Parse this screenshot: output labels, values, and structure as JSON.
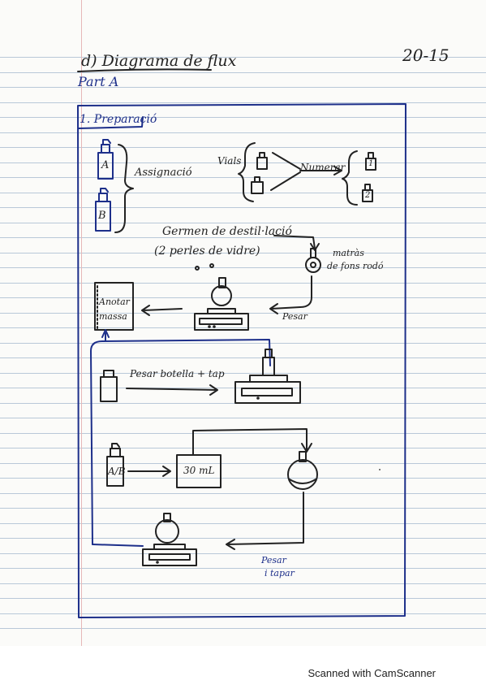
{
  "header": {
    "page_number": "20-15",
    "title": "d) Diagrama de flux",
    "subtitle": "Part A"
  },
  "section": {
    "title": "1. Preparació"
  },
  "bottles": {
    "a_label": "A",
    "b_label": "B",
    "ab_label": "A/B",
    "one_label": "1",
    "two_label": "2"
  },
  "steps": {
    "assignacio": "Assignació",
    "vials": "Vials",
    "numerar": "Numerar",
    "germen_line1": "Germen de destil·lació",
    "germen_line2": "(2 perles de vidre)",
    "matras_line1": "matràs",
    "matras_line2": "de fons rodó",
    "anotar_line1": "Anotar",
    "anotar_line2": "massa",
    "pesar": "Pesar",
    "pesar_botella": "Pesar botella + tap",
    "volume": "30 mL",
    "pesar_tapar_line1": "Pesar",
    "pesar_tapar_line2": "i tapar"
  },
  "footer": {
    "scanner_text": "Scanned with CamScanner"
  },
  "colors": {
    "ink_blue": "#1d2f8a",
    "ink_dark": "#222222",
    "rule_line": "#b9c8d8",
    "margin_line": "#e6b8b8"
  }
}
